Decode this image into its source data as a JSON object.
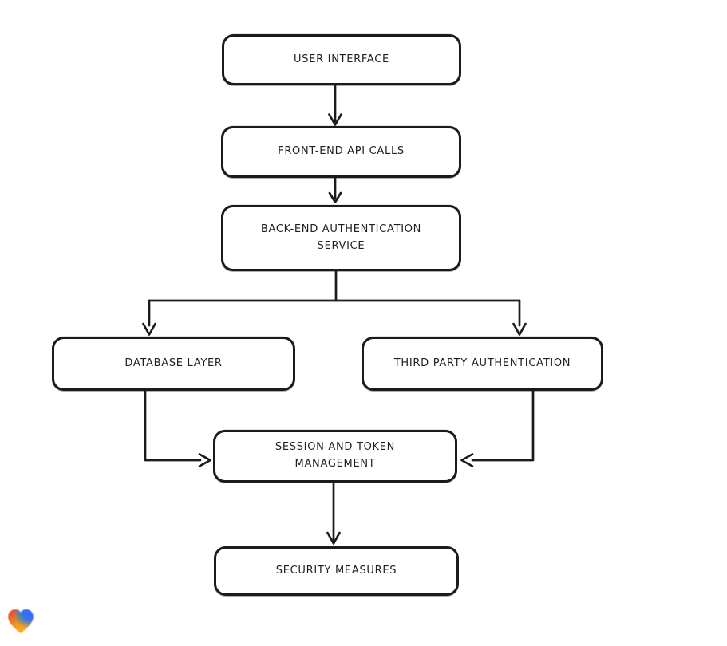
{
  "diagram": {
    "nodes": {
      "user_interface": {
        "label": "USER INTERFACE"
      },
      "frontend_api_calls": {
        "label": "FRONT-END API CALLS"
      },
      "backend_auth_service": {
        "label": "BACK-END AUTHENTICATION\nSERVICE"
      },
      "database_layer": {
        "label": "DATABASE LAYER"
      },
      "third_party_auth": {
        "label": "THIRD PARTY AUTHENTICATION"
      },
      "session_token_mgmt": {
        "label": "SESSION AND TOKEN\nMANAGEMENT"
      },
      "security_measures": {
        "label": "SECURITY MEASURES"
      }
    },
    "edges": [
      {
        "from": "user_interface",
        "to": "frontend_api_calls"
      },
      {
        "from": "frontend_api_calls",
        "to": "backend_auth_service"
      },
      {
        "from": "backend_auth_service",
        "to": "database_layer"
      },
      {
        "from": "backend_auth_service",
        "to": "third_party_auth"
      },
      {
        "from": "database_layer",
        "to": "session_token_mgmt"
      },
      {
        "from": "third_party_auth",
        "to": "session_token_mgmt"
      },
      {
        "from": "session_token_mgmt",
        "to": "security_measures"
      }
    ],
    "colors": {
      "stroke": "#1b1b1b",
      "text": "#1f1f1f",
      "background": "#ffffff",
      "logo_red": "#e52034",
      "logo_orange": "#f7941d",
      "logo_amber": "#fbbf24",
      "logo_blue": "#2f6bff",
      "logo_teal": "#2bb673"
    },
    "logo": {
      "name": "lovable-heart-logo"
    }
  }
}
